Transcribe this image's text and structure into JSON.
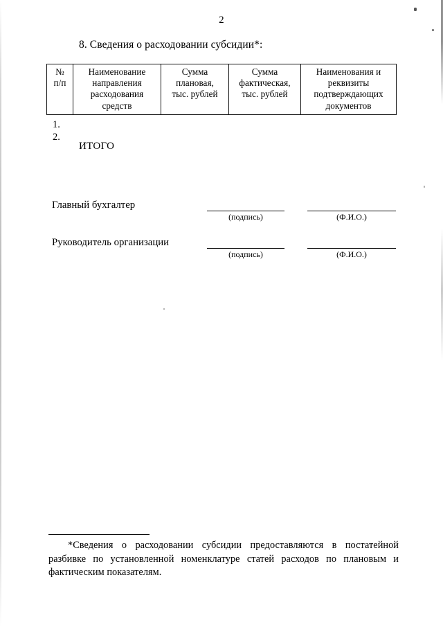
{
  "page": {
    "number": "2"
  },
  "heading": {
    "text": "8. Сведения о расходовании субсидии*:"
  },
  "table": {
    "columns": [
      "№\nп/п",
      "Наименование направления расходования средств",
      "Сумма плановая, тыс. рублей",
      "Сумма фактическая, тыс. рублей",
      "Наименования и реквизиты подтверждающих документов"
    ],
    "headers": {
      "num_line1": "№",
      "num_line2": "п/п",
      "direction_line1": "Наименование",
      "direction_line2": "направления",
      "direction_line3": "расходования",
      "direction_line4": "средств",
      "plan_line1": "Сумма",
      "plan_line2": "плановая,",
      "plan_line3": "тыс. рублей",
      "fact_line1": "Сумма",
      "fact_line2": "фактическая,",
      "fact_line3": "тыс. рублей",
      "docs_line1": "Наименования и",
      "docs_line2": "реквизиты",
      "docs_line3": "подтверждающих",
      "docs_line4": "документов"
    }
  },
  "rows": {
    "items": [
      "1.",
      "2."
    ],
    "total_label": "ИТОГО"
  },
  "signatures": {
    "caption_signature": "(подпись)",
    "caption_name": "(Ф.И.О.)",
    "entries": [
      {
        "role": "Главный бухгалтер"
      },
      {
        "role": "Руководитель организации"
      }
    ]
  },
  "footnote": {
    "text": "*Сведения о расходовании субсидии предоставляются в постатейной разбивке по установленной номенклатуре статей расходов по плановым и фактическим показателям."
  },
  "colors": {
    "ink": "#000000",
    "rule": "#0d0d0d",
    "paper": "#ffffff"
  }
}
